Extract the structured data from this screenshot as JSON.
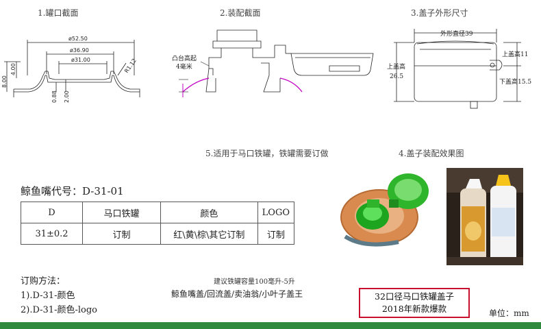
{
  "captions": {
    "can_section": "1.罐口截面",
    "assembly_section": "2.装配截面",
    "cap_dimensions": "3.盖子外形尺寸",
    "applicable": "5.适用于马口铁罐，铁罐需要订做",
    "effect": "4.盖子装配效果图"
  },
  "drawing1": {
    "dim_outer": "ø52.50",
    "dim_mid": "ø36.90",
    "dim_inner": "ø31.00",
    "radius": "R1.12",
    "h_total": "8.00",
    "h_upper": "4.00",
    "h_small": "0.88",
    "h_lower": "2.00"
  },
  "drawing2": {
    "label_line1": "凸台高起",
    "label_line2": "4毫米"
  },
  "drawing3": {
    "outer_diameter": "外形直径39",
    "cap_height_label": "上盖高",
    "cap_height_value": "26.5",
    "top_height": "上盖高11",
    "bottom_height": "下盖高15.5"
  },
  "code": {
    "label": "鲸鱼嘴代号：D-31-01"
  },
  "table": {
    "headers": [
      "D",
      "马口铁罐",
      "颜色",
      "LOGO"
    ],
    "row": [
      "31±0.2",
      "订制",
      "红\\黄\\棕\\其它订制",
      "订制"
    ]
  },
  "order": {
    "title": "订购方法：",
    "line1": "1).D-31-颜色",
    "line2": "2).D-31-颜色-logo"
  },
  "notes": {
    "capacity": "建议铁罐容量100毫升-5升",
    "products": "鲸鱼嘴盖/回流盖/卖油翁/小叶子盖王"
  },
  "highlight": {
    "line1": "32口径马口铁罐盖子",
    "line2": "2018年新款爆款"
  },
  "unit": "单位：mm",
  "colors": {
    "cap_green": "#2fb52c",
    "can_orange": "#d98a4e",
    "highlight_border": "#c8102e",
    "bottom_bar": "#2e8b3d",
    "magenta_line": "#c400c4"
  }
}
